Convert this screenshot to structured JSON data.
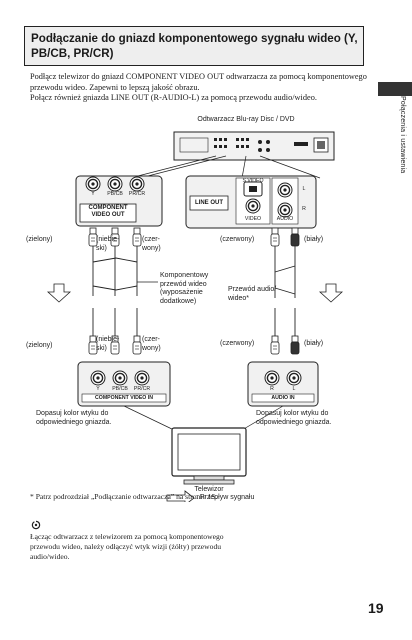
{
  "title": "Podłączanie do gniazd komponentowego sygnału wideo (Y, PB/CB, PR/CR)",
  "intro": [
    "Podłącz telewizor do gniazd COMPONENT VIDEO OUT odtwarzacza za pomocą komponentowego przewodu wideo. Zapewni to lepszą jakość obrazu.",
    "Połącz również gniazda LINE OUT (R-AUDIO-L) za pomocą przewodu audio/wideo."
  ],
  "side_label": "Połączenia i ustawienia",
  "diagram": {
    "player_label": "Odtwarzacz Blu-ray Disc / DVD",
    "component_out": {
      "panel": "COMPONENT VIDEO OUT",
      "jacks": [
        "Y",
        "PB/CB",
        "PR/CR"
      ]
    },
    "line_out": {
      "panel": "LINE OUT",
      "jacks": [
        "S VIDEO",
        "VIDEO",
        "AUDIO",
        "L",
        "R"
      ]
    },
    "cable_colors_top": [
      "(zielony)",
      "(niebie-\nski)",
      "(czer-\nwony)"
    ],
    "cable_colors_bottom": [
      "(zielony)",
      "(niebie-\nski)",
      "(czer-\nwony)"
    ],
    "audio_colors_top": [
      "(czerwony)",
      "(biały)"
    ],
    "audio_colors_bottom": [
      "(czerwony)",
      "(biały)"
    ],
    "component_cable": "Komponentowy\nprzewód wideo\n(wyposażenie\ndodatkowe)",
    "audio_cable": "Przewód audio/\nwideo*",
    "component_in": {
      "panel": "COMPONENT VIDEO IN",
      "jacks": [
        "Y",
        "PB/CB",
        "PR/CR"
      ]
    },
    "audio_in": {
      "panel": "AUDIO IN",
      "jacks": [
        "R",
        "L"
      ]
    },
    "match_left": "Dopasuj kolor wtyku do\nodpowiedniego gniazda.",
    "match_right": "Dopasuj kolor wtyku do\nodpowiedniego gniazda.",
    "tv_label": "Telewizor",
    "signal_flow": ": Przepływ sygnału"
  },
  "footnote": "* Patrz podrozdział „Podłączanie odtwarzacza” na stronie 15.",
  "note_icon": "note-icon",
  "note": "Łącząc odtwarzacz z telewizorem za pomocą komponentowego przewodu wideo, należy odłączyć wtyk wizji (żółty) przewodu audio/wideo.",
  "page_number": "19"
}
